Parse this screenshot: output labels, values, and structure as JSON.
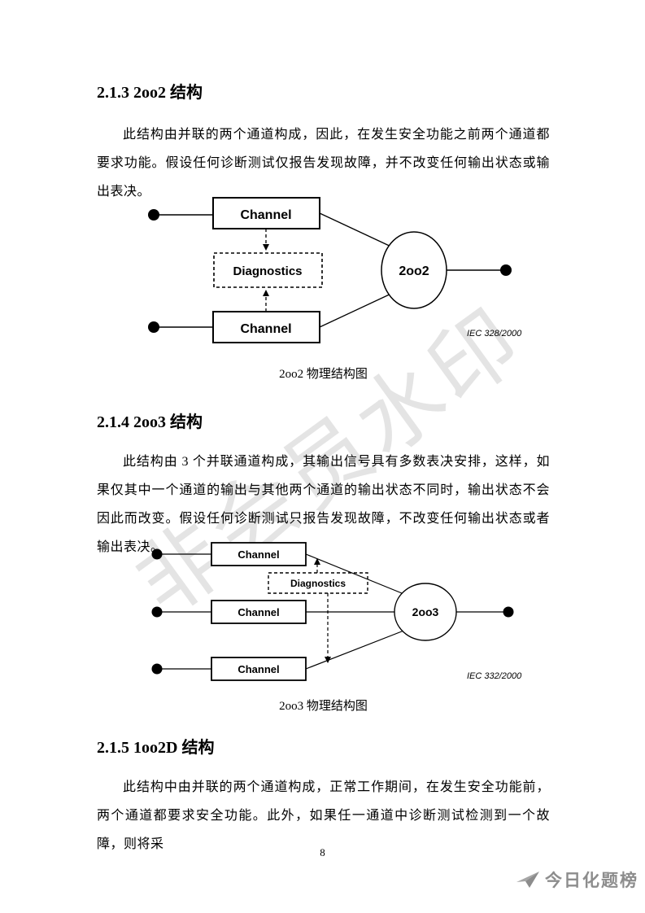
{
  "page": {
    "number": "8",
    "watermark": "非会员水印",
    "brand": {
      "name": "今日化题榜"
    }
  },
  "sections": [
    {
      "heading": "2.1.3 2oo2 结构",
      "body": "此结构由并联的两个通道构成，因此，在发生安全功能之前两个通道都要求功能。假设任何诊断测试仅报告发现故障，并不改变任何输出状态或输出表决。",
      "figure": {
        "channel_label": "Channel",
        "diagnostics_label": "Diagnostics",
        "voter_label": "2oo2",
        "standard_ref": "IEC  328/2000",
        "caption": "2oo2 物理结构图"
      }
    },
    {
      "heading": "2.1.4 2oo3 结构",
      "body": "此结构由 3 个并联通道构成，其输出信号具有多数表决安排，这样，如果仅其中一个通道的输出与其他两个通道的输出状态不同时，输出状态不会因此而改变。假设任何诊断测试只报告发现故障，不改变任何输出状态或者输出表决。",
      "figure": {
        "channel_label": "Channel",
        "diagnostics_label": "Diagnostics",
        "voter_label": "2oo3",
        "standard_ref": "IEC  332/2000",
        "caption": "2oo3 物理结构图"
      }
    },
    {
      "heading": "2.1.5 1oo2D 结构",
      "body": "此结构中由并联的两个通道构成，正常工作期间，在发生安全功能前，两个通道都要求安全功能。此外，如果任一通道中诊断测试检测到一个故障，则将采"
    }
  ]
}
